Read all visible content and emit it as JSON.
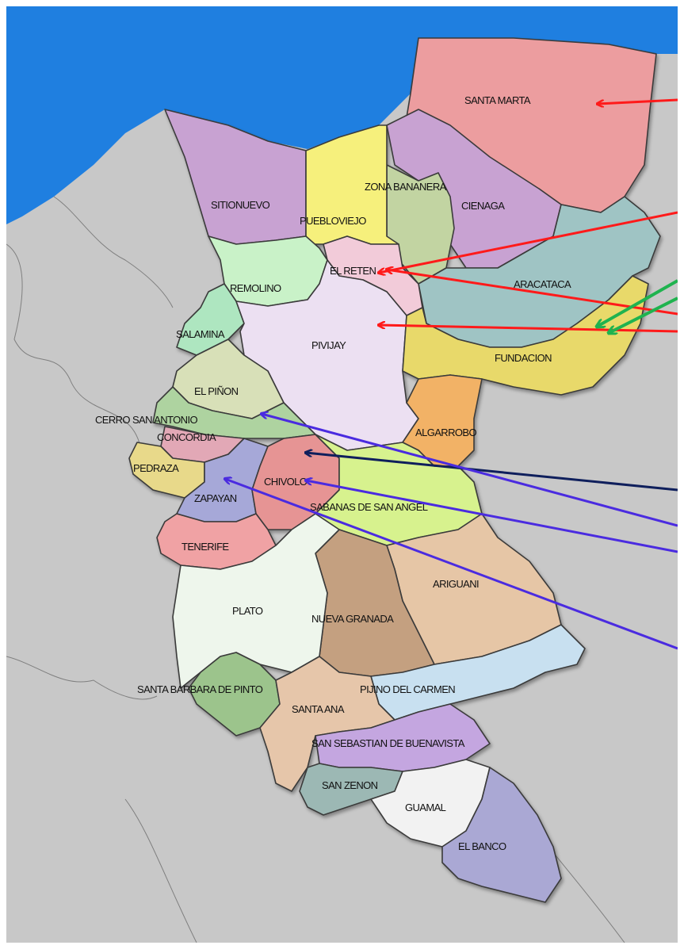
{
  "colors": {
    "sea": "#1f7fe0",
    "land": "#c8c8c8",
    "arrow_red": "#ff1a1a",
    "arrow_green": "#1fb34f",
    "arrow_blue": "#4a2be0",
    "arrow_navy": "#0f1f5c"
  },
  "municipalities": {
    "santa_marta": "SANTA MARTA",
    "sitionuevo": "SITIONUEVO",
    "zona_bananera": "ZONA BANANERA",
    "cienaga": "CIENAGA",
    "puebloviejo": "PUEBLOVIEJO",
    "el_reten": "EL RETEN",
    "remolino": "REMOLINO",
    "aracataca": "ARACATACA",
    "salamina": "SALAMINA",
    "pivijay": "PIVIJAY",
    "fundacion": "FUNDACION",
    "el_pinon": "EL PIÑON",
    "cerro_san_antonio": "CERRO SAN ANTONIO",
    "concordia": "CONCORDIA",
    "algarrobo": "ALGARROBO",
    "pedraza": "PEDRAZA",
    "chivolo": "CHIVOLO",
    "zapayan": "ZAPAYAN",
    "sabanas_de_san_angel": "SABANAS DE SAN ANGEL",
    "tenerife": "TENERIFE",
    "ariguani": "ARIGUANI",
    "plato": "PLATO",
    "nueva_granada": "NUEVA GRANADA",
    "santa_barbara_de_pinto": "SANTA BARBARA DE PINTO",
    "pijino_del_carmen": "PIJINO DEL CARMEN",
    "santa_ana": "SANTA ANA",
    "san_sebastian": "SAN SEBASTIAN DE BUENAVISTA",
    "san_zenon": "SAN ZENON",
    "guamal": "GUAMAL",
    "el_banco": "EL BANCO"
  }
}
